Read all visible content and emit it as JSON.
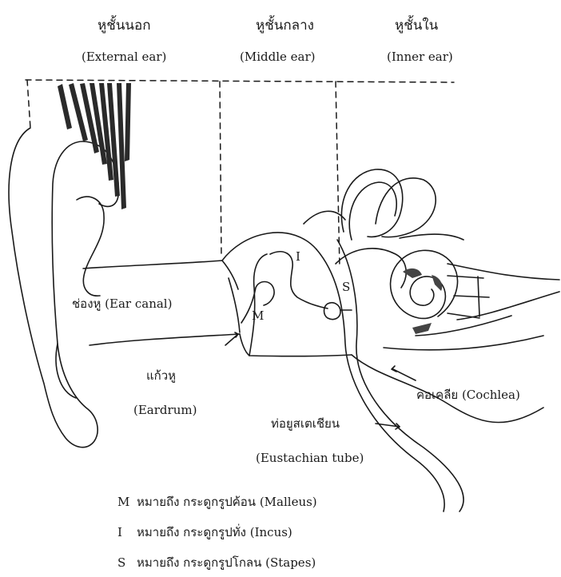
{
  "sections": [
    {
      "thai": "หูชั้นนอก",
      "english": "(External ear)"
    },
    {
      "thai": "หูชั้นกลาง",
      "english": "(Middle ear)"
    },
    {
      "thai": "หูชั้นใน",
      "english": "(Inner ear)"
    }
  ],
  "parts": {
    "ear_canal": "ช่องหู (Ear canal)",
    "eardrum_thai": "แก้วหู",
    "eardrum_english": "(Eardrum)",
    "cochlea": "คอเคลีย (Cochlea)",
    "eustachian_thai": "ท่อยูสเตเชียน",
    "eustachian_english": "(Eustachian tube)",
    "marker_m": "M",
    "marker_i": "I",
    "marker_s": "S"
  },
  "legend": [
    {
      "letter": "M",
      "text": "หมายถึง กระดูกรูปค้อน (Malleus)"
    },
    {
      "letter": "I",
      "text": "หมายถึง กระดูกรูปทั่ง (Incus)"
    },
    {
      "letter": "S",
      "text": "หมายถึง กระดูกรูปโกลน (Stapes)"
    }
  ]
}
